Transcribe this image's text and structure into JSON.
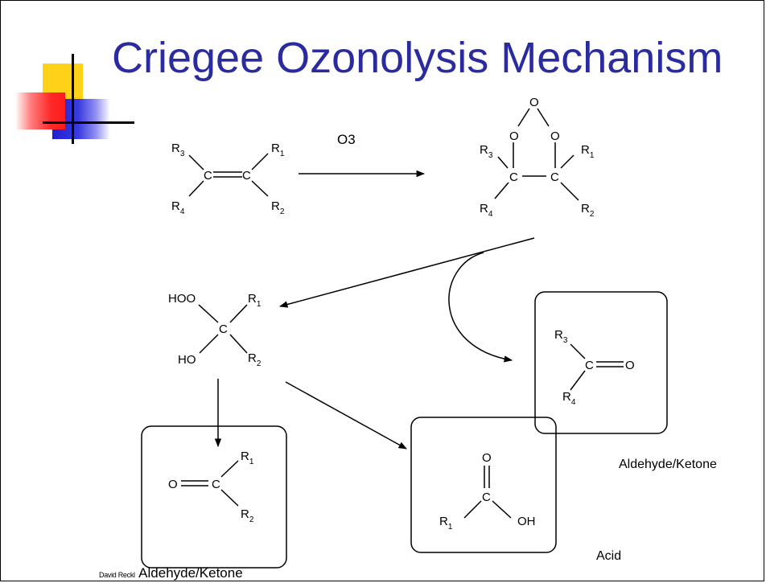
{
  "slide": {
    "title": "Criegee Ozonolysis Mechanism",
    "footer_author": "David Reckl",
    "footer_product": "Aldehyde/Ketone"
  },
  "reagent": "O3",
  "atoms": {
    "C": "C",
    "O": "O",
    "R": "R",
    "HOO": "HOO",
    "HO": "HO",
    "OH": "OH"
  },
  "subscripts": {
    "s1": "1",
    "s2": "2",
    "s3": "3",
    "s4": "4"
  },
  "labels": {
    "aldehyde_ketone": "Aldehyde/Ketone",
    "acid": "Acid"
  },
  "colors": {
    "title": "#2b2ba0",
    "yellow": "#ffd21a",
    "red": "#ff2a2a",
    "blue": "#2020d0",
    "line": "#000000"
  }
}
